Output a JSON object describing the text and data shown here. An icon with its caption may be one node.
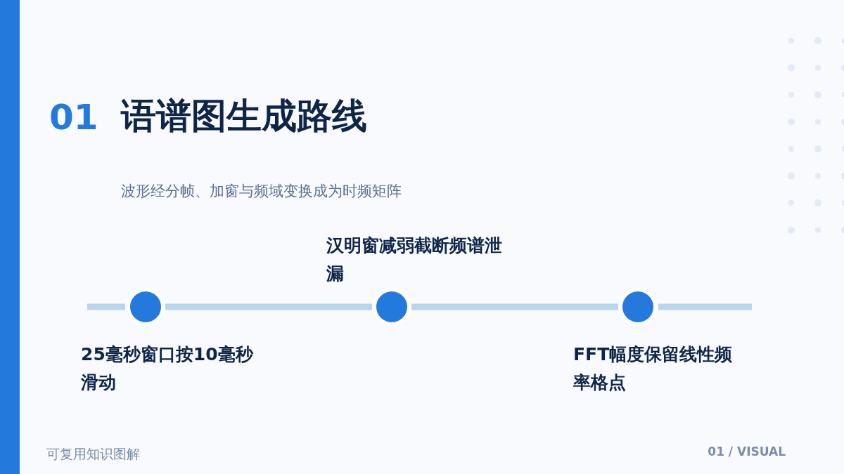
{
  "diagram": {
    "title": "语谱图生成路线",
    "nodes": [
      {
        "text": [
          "25毫秒窗口按10毫秒滑动"
        ]
      },
      {
        "text": [
          "汉明窗减弱截断频谱泄漏"
        ]
      },
      {
        "text": [
          "FFT幅度保留线性频率格点"
        ]
      }
    ],
    "edges": [
      {
        "from": 0,
        "to": 1,
        "arrow": "none"
      },
      {
        "from": 1,
        "to": 2,
        "arrow": "none"
      }
    ],
    "labels": [
      "01",
      "波形经分帧、加窗与频域变换成为时频矩阵",
      "可复用知识图解",
      "01 / VISUAL"
    ]
  }
}
